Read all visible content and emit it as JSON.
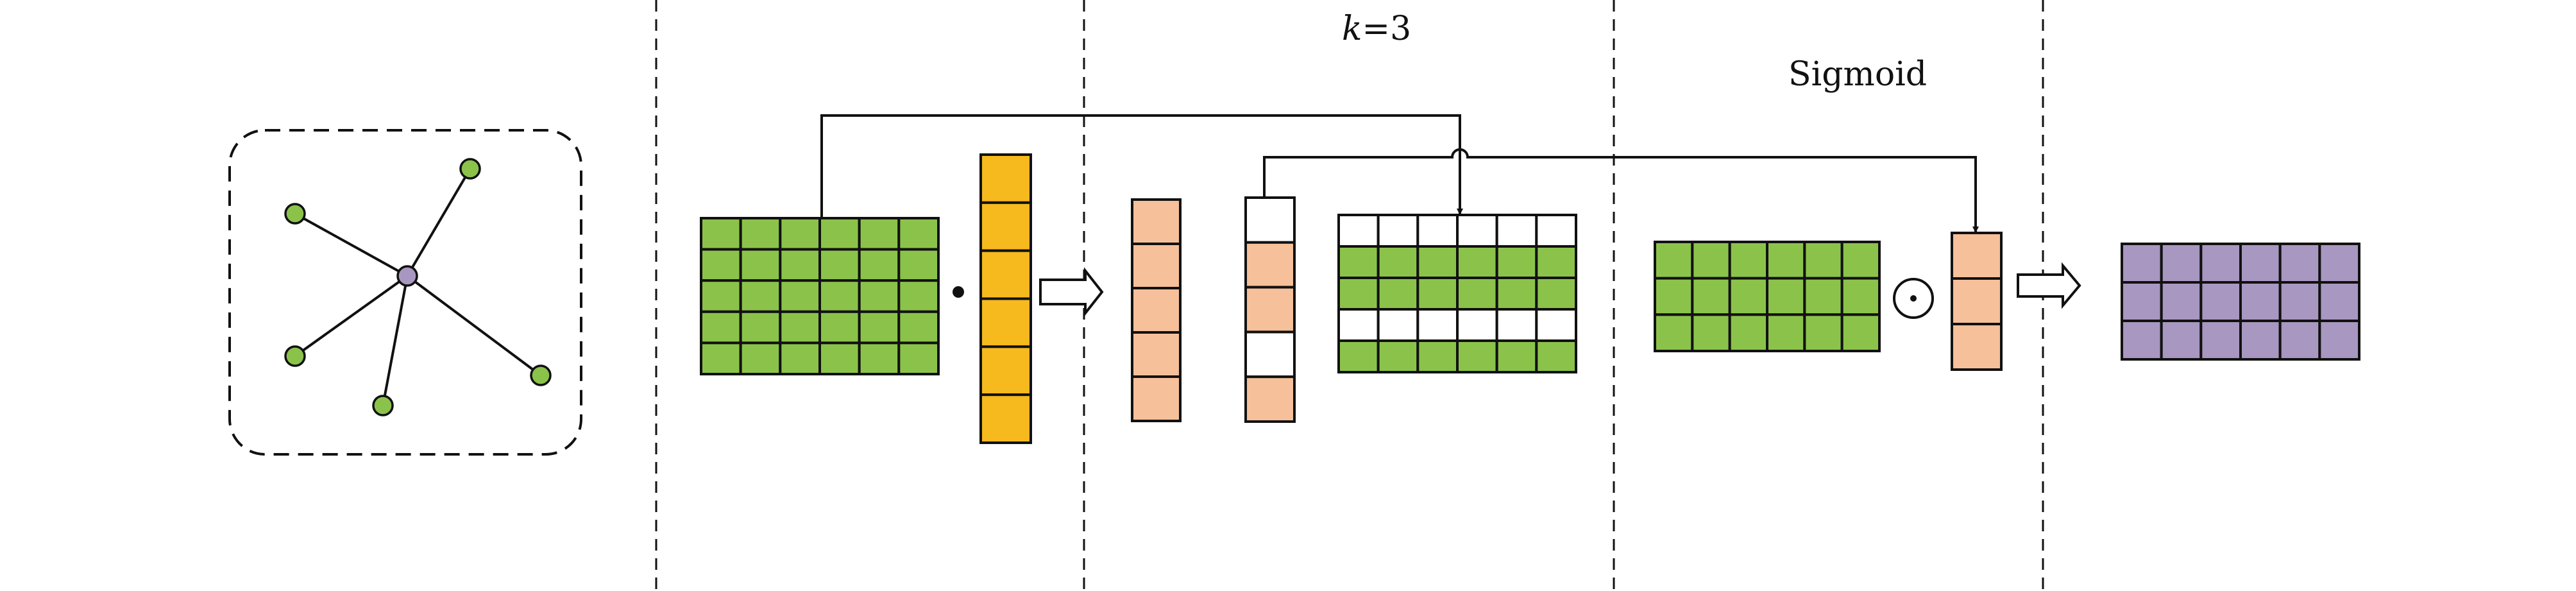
{
  "labels": {
    "k_var": "k",
    "k_value": "=3",
    "sigmoid": "Sigmoid"
  },
  "colors": {
    "green": "#8bc34a",
    "orange": "#f5c09a",
    "yellow": "#f6b91e",
    "purple": "#a897c0",
    "node_center": "#a897c0",
    "node_leaf": "#8bc34a",
    "stroke": "#111111",
    "white": "#ffffff"
  },
  "icons": {
    "dot_product": "dot-operator-icon",
    "hadamard": "circled-dot-icon",
    "arrow": "hollow-right-arrow-icon"
  },
  "matrices": {
    "input_features": {
      "rows": 5,
      "cols": 6
    },
    "projection_vector": {
      "rows": 6
    },
    "scores_vector": {
      "rows": 5
    },
    "selected_mask": {
      "rows": 5,
      "highlighted": [
        1,
        2,
        4
      ]
    },
    "selected_features": {
      "rows": 5,
      "cols": 6,
      "green_rows": [
        1,
        2,
        4
      ]
    },
    "pooled_features": {
      "rows": 3,
      "cols": 6
    },
    "gate_vector": {
      "rows": 3
    },
    "output_features": {
      "rows": 3,
      "cols": 6
    }
  },
  "graph": {
    "nodes": 6,
    "edges": 5
  }
}
